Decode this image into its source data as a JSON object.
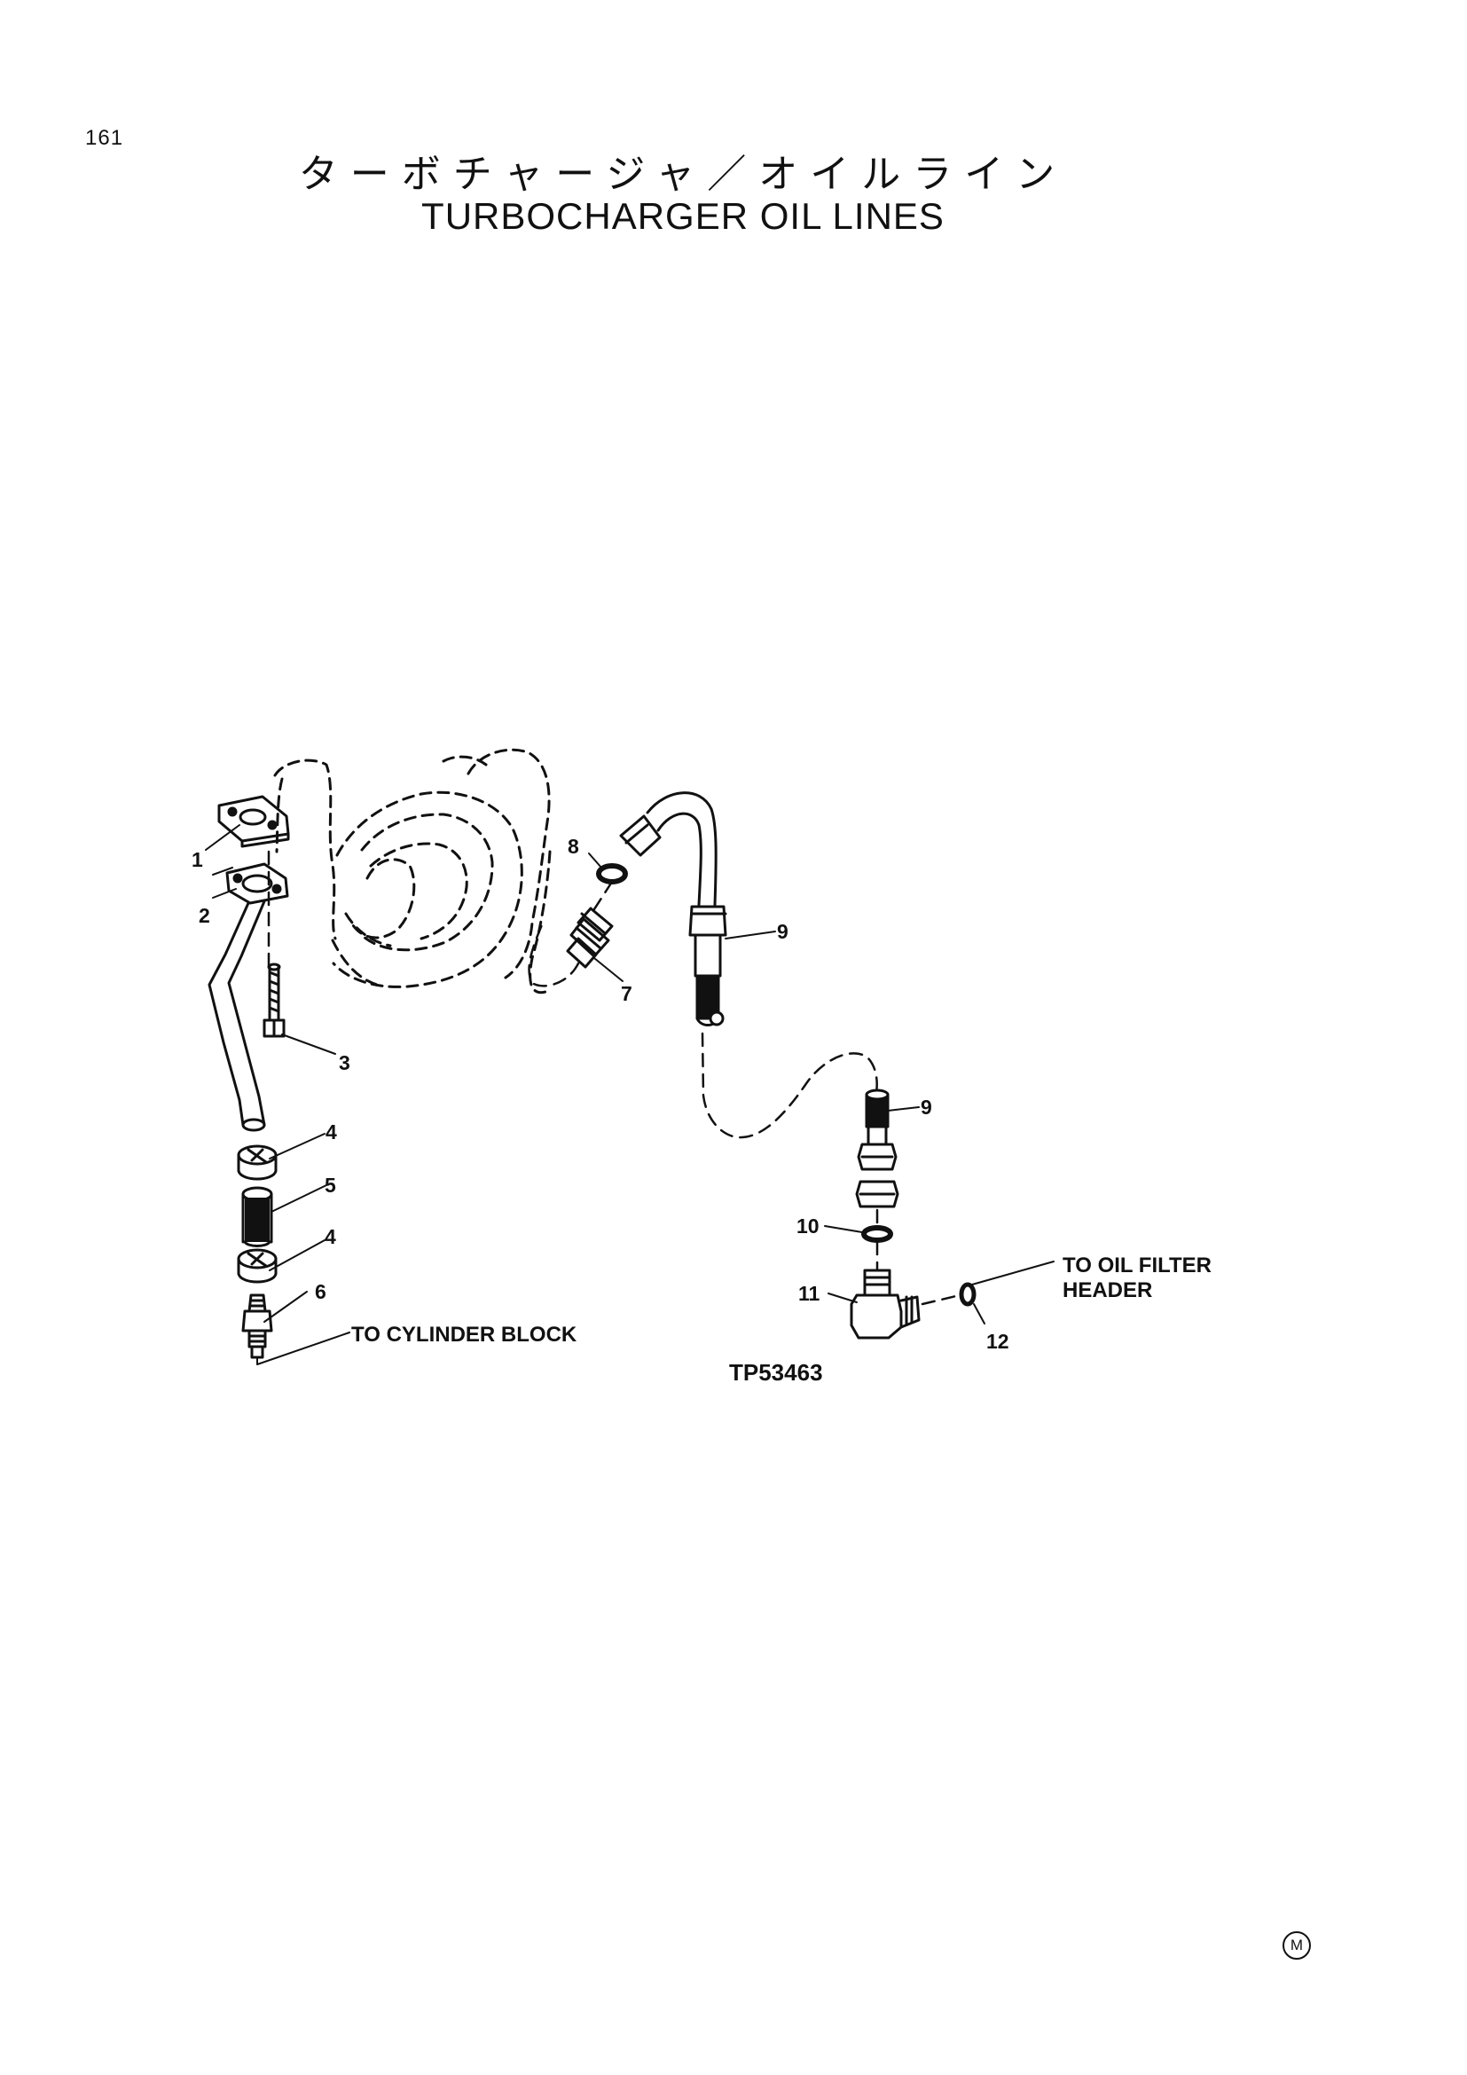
{
  "page_number": "161",
  "title_ja": "ターボチャージャ／オイルライン",
  "title_en": "TURBOCHARGER OIL LINES",
  "figure_id": "TP53463",
  "notes": {
    "cylinder_block": "TO CYLINDER BLOCK",
    "oil_filter_line1": "TO OIL FILTER",
    "oil_filter_line2": "HEADER"
  },
  "callouts": [
    "1",
    "2",
    "3",
    "4",
    "5",
    "4",
    "6",
    "7",
    "8",
    "9",
    "9",
    "10",
    "11",
    "12"
  ],
  "corner_mark": "M"
}
